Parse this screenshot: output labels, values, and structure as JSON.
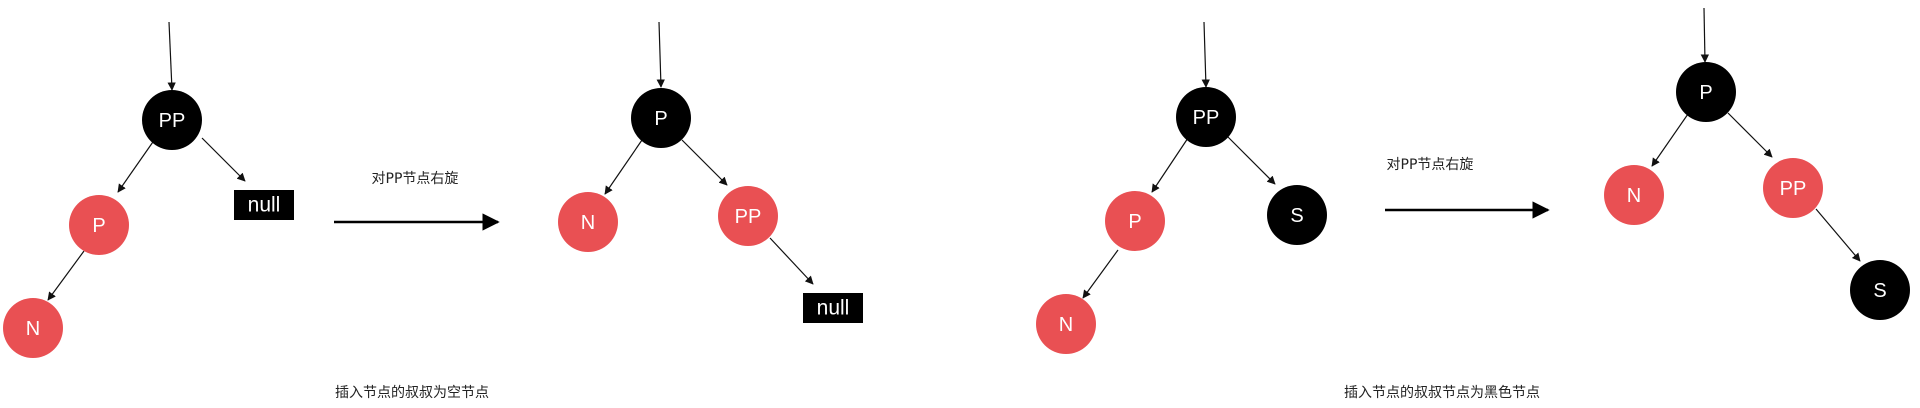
{
  "colors": {
    "red_node": "#e95053",
    "black_node": "#000000",
    "node_text": "#ffffff",
    "edge": "#111111"
  },
  "panel1": {
    "before": {
      "pp": "PP",
      "p": "P",
      "n": "N",
      "null": "null"
    },
    "operation": "对PP节点右旋",
    "after": {
      "p": "P",
      "n": "N",
      "pp": "PP",
      "null": "null"
    },
    "caption": "插入节点的叔叔为空节点"
  },
  "panel2": {
    "before": {
      "pp": "PP",
      "p": "P",
      "n": "N",
      "s": "S"
    },
    "operation": "对PP节点右旋",
    "after": {
      "p": "P",
      "n": "N",
      "pp": "PP",
      "s": "S"
    },
    "caption": "插入节点的叔叔节点为黑色节点"
  }
}
